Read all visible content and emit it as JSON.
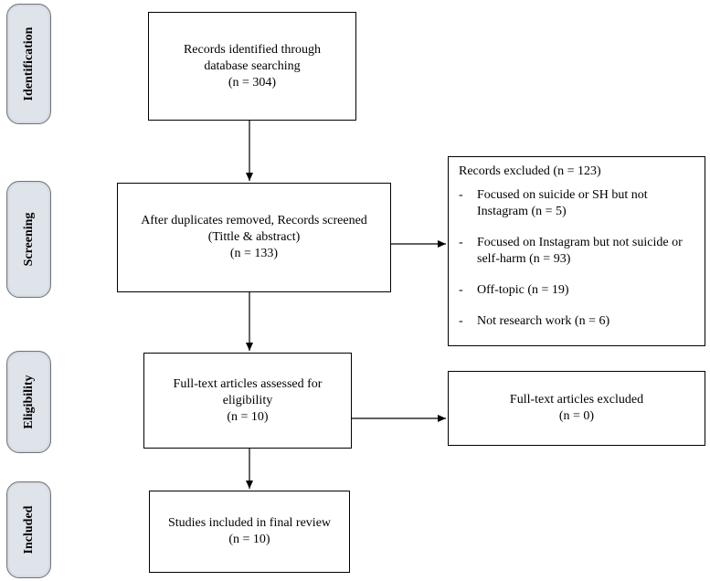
{
  "stages": [
    {
      "key": "identification",
      "label": "Identification"
    },
    {
      "key": "screening",
      "label": "Screening"
    },
    {
      "key": "eligibility",
      "label": "Eligibility"
    },
    {
      "key": "included",
      "label": "Included"
    }
  ],
  "boxes": {
    "identified": {
      "lines": [
        "Records identified through",
        "database searching",
        "(n = 304)"
      ]
    },
    "screened": {
      "lines": [
        "After duplicates removed, Records screened",
        "(Tittle & abstract)",
        "(n = 133)"
      ]
    },
    "excluded_records": {
      "heading": "Records excluded  (n = 123)",
      "items": [
        "Focused on suicide or SH but not Instagram (n = 5)",
        "Focused on Instagram but not suicide or self-harm (n = 93)",
        "Off-topic (n = 19)",
        "Not research work (n = 6)"
      ]
    },
    "fulltext": {
      "lines": [
        "Full-text articles assessed for",
        "eligibility",
        "(n = 10)"
      ]
    },
    "fulltext_excluded": {
      "lines": [
        "Full-text articles excluded",
        "(n = 0)"
      ]
    },
    "included": {
      "lines": [
        "Studies included in final review",
        "(n = 10)"
      ]
    }
  }
}
